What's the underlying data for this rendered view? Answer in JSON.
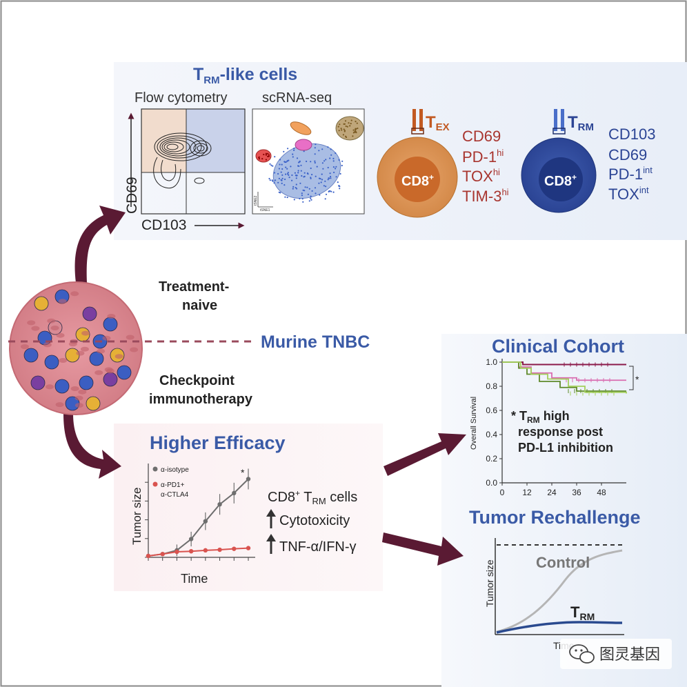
{
  "trm": {
    "title_main": "T",
    "title_sub": "RM",
    "title_rest": "-like cells",
    "flow_label": "Flow cytometry",
    "scrna_label": "scRNA-seq",
    "axis_y": "CD69",
    "axis_x": "CD103",
    "tsne2": "tSNE2",
    "tsne1": "tSNE1"
  },
  "tex": {
    "T": "T",
    "sub": "EX",
    "cell": "CD8",
    "plus": "+",
    "m1": "CD69",
    "m2_base": "PD-1",
    "m2_sup": "hi",
    "m3_base": "TOX",
    "m3_sup": "hi",
    "m4_base": "TIM-3",
    "m4_sup": "hi"
  },
  "trmcell": {
    "T": "T",
    "sub": "RM",
    "cell": "CD8",
    "plus": "+",
    "m1": "CD103",
    "m2": "CD69",
    "m3_base": "PD-1",
    "m3_sup": "int",
    "m4_base": "TOX",
    "m4_sup": "int"
  },
  "center": {
    "naive_line1": "Treatment-",
    "naive_line2": "naive",
    "murine": "Murine TNBC",
    "cpi_line1": "Checkpoint",
    "cpi_line2": "immunotherapy"
  },
  "efficacy": {
    "title": "Higher Efficacy",
    "ylabel": "Tumor size",
    "xlabel": "Time",
    "legend1": "α-isotype",
    "legend2a": "α-PD1+",
    "legend2b": "α-CTLA4",
    "star": "*",
    "cells_base": "CD8",
    "cells_sup": "+",
    "cells_T": " T",
    "cells_sub": "RM",
    "cells_rest": " cells",
    "effect1": "Cytotoxicity",
    "effect2": "TNF-α/IFN-γ",
    "colors": {
      "isotype": "#6e6e6e",
      "treated": "#d9534f"
    }
  },
  "clinical": {
    "title": "Clinical Cohort",
    "ylabel": "Overall Survival",
    "yticks": [
      "1.0",
      "0.8",
      "0.6",
      "0.4",
      "0.2",
      "0.0"
    ],
    "xticks": [
      "0",
      "12",
      "24",
      "36",
      "48"
    ],
    "star": "*",
    "note_star": "* T",
    "note_sub": "RM",
    "note_rest": " high",
    "note_line2": "response post",
    "note_line3": "PD-L1 inhibition",
    "colors": {
      "high": "#8b1a4a",
      "mid": "#d96cb0",
      "low": "#5f8a2a",
      "lowest": "#a3cf5a"
    }
  },
  "rechallenge": {
    "title": "Tumor Rechallenge",
    "ylabel": "Tumor size",
    "xlabel": "Time",
    "control": "Control",
    "trm_T": "T",
    "trm_sub": "RM",
    "colors": {
      "control": "#b5b5b5",
      "trm": "#2a4a8f"
    }
  },
  "watermark": "图灵基因",
  "chart_data": [
    {
      "type": "line",
      "title": "Higher Efficacy",
      "xlabel": "Time",
      "ylabel": "Tumor size",
      "series": [
        {
          "name": "α-isotype",
          "values": [
            0.0,
            0.1,
            0.3,
            0.9,
            1.85,
            2.75,
            3.35,
            4.1
          ]
        },
        {
          "name": "α-PD1+ α-CTLA4",
          "values": [
            0.0,
            0.1,
            0.22,
            0.25,
            0.3,
            0.33,
            0.38,
            0.42
          ]
        }
      ],
      "ylim": [
        0,
        5
      ]
    },
    {
      "type": "line",
      "title": "Clinical Cohort",
      "ylabel": "Overall Survival",
      "x": [
        0,
        12,
        24,
        36,
        48
      ],
      "series": [
        {
          "x": [
            0,
            7,
            10,
            22,
            60
          ],
          "values": [
            1.0,
            1.0,
            0.98,
            0.98,
            0.98
          ]
        },
        {
          "x": [
            0,
            8,
            14,
            24,
            36,
            60
          ],
          "values": [
            1.0,
            0.96,
            0.91,
            0.87,
            0.85,
            0.85
          ]
        },
        {
          "x": [
            0,
            8,
            12,
            18,
            28,
            36,
            60
          ],
          "values": [
            1.0,
            0.95,
            0.9,
            0.84,
            0.79,
            0.76,
            0.76
          ]
        },
        {
          "x": [
            0,
            9,
            14,
            22,
            32,
            40,
            60
          ],
          "values": [
            1.0,
            0.95,
            0.9,
            0.86,
            0.8,
            0.75,
            0.74
          ]
        }
      ],
      "ylim": [
        0,
        1.0
      ],
      "xlim": [
        0,
        60
      ]
    }
  ]
}
